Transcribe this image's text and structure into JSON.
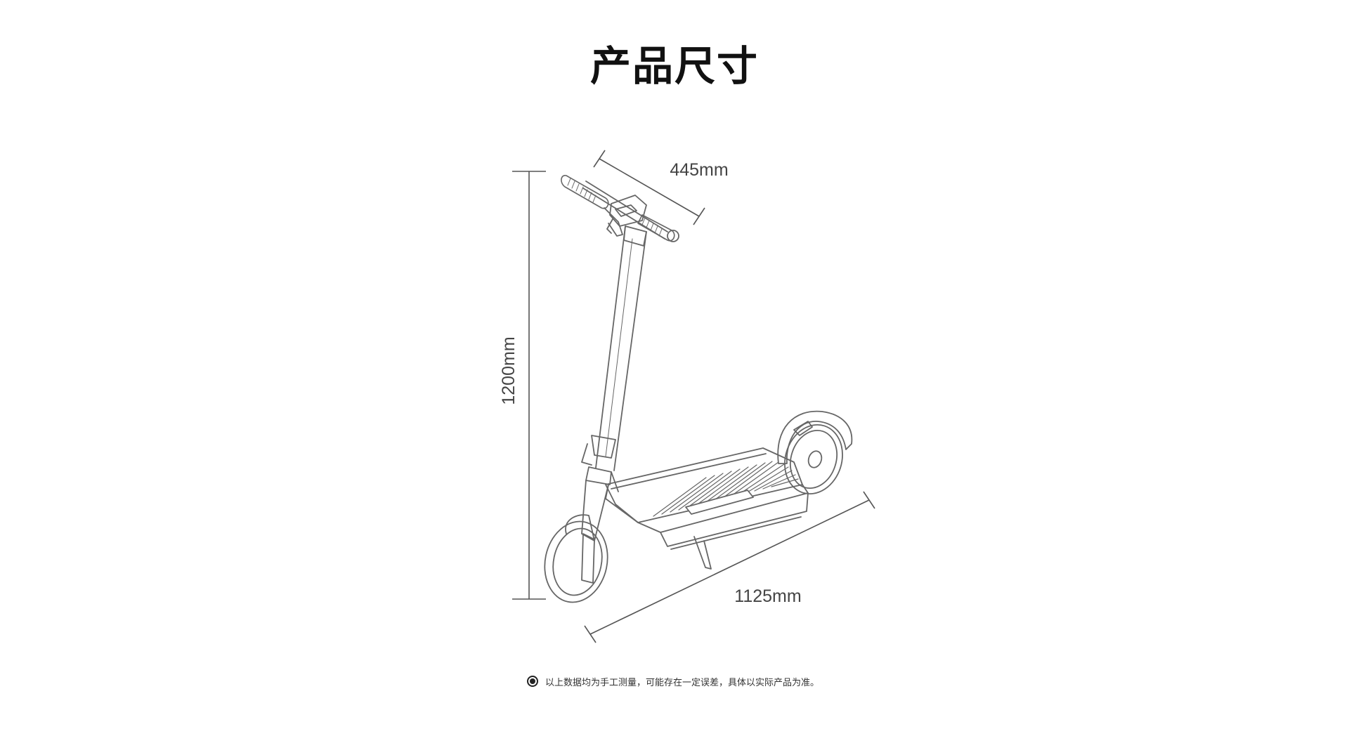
{
  "title": "产品尺寸",
  "dimensions": {
    "width": "445mm",
    "height": "1200mm",
    "length": "1125mm"
  },
  "footnote": {
    "icon": "radio-dot-icon",
    "text": "以上数据均为手工测量，可能存在一定误差，具体以实际产品为准。"
  },
  "colors": {
    "line": "#555555",
    "text": "#111111"
  }
}
